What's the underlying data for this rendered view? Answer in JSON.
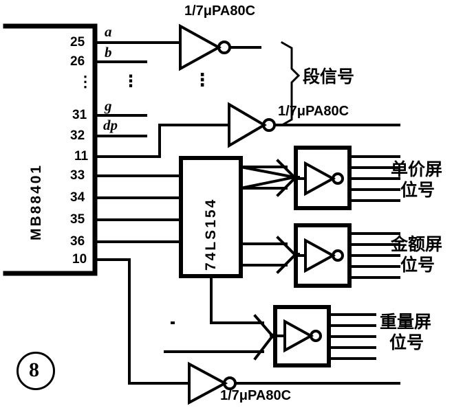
{
  "figure": {
    "number": "8",
    "mcu": {
      "name": "MB88401",
      "pins": [
        {
          "num": "25",
          "signal": "a"
        },
        {
          "num": "26",
          "signal": "b"
        },
        {
          "num": "31",
          "signal": "g"
        },
        {
          "num": "32",
          "signal": "dp"
        },
        {
          "num": "11",
          "signal": ""
        },
        {
          "num": "33",
          "signal": ""
        },
        {
          "num": "34",
          "signal": ""
        },
        {
          "num": "35",
          "signal": ""
        },
        {
          "num": "36",
          "signal": ""
        },
        {
          "num": "10",
          "signal": ""
        }
      ],
      "ellipsis": "⋮"
    },
    "decoder": {
      "name": "74LS154"
    },
    "inverters": [
      {
        "id": "inv-top",
        "label": "1/7μPA80C"
      },
      {
        "id": "inv-mid",
        "label": "1/7μPA80C"
      },
      {
        "id": "inv-bottom",
        "label": "1/7μPA80C"
      }
    ],
    "annotations": {
      "segment_signal": "段信号",
      "brace": "}"
    },
    "buffers": [
      {
        "id": "buf-unit-price",
        "label_line1": "单价屏",
        "label_line2": "位号"
      },
      {
        "id": "buf-amount",
        "label_line1": "金额屏",
        "label_line2": "位号"
      },
      {
        "id": "buf-weight",
        "label_line1": "重量屏",
        "label_line2": "位号"
      }
    ],
    "colors": {
      "ink": "#000000",
      "paper": "#ffffff"
    }
  }
}
